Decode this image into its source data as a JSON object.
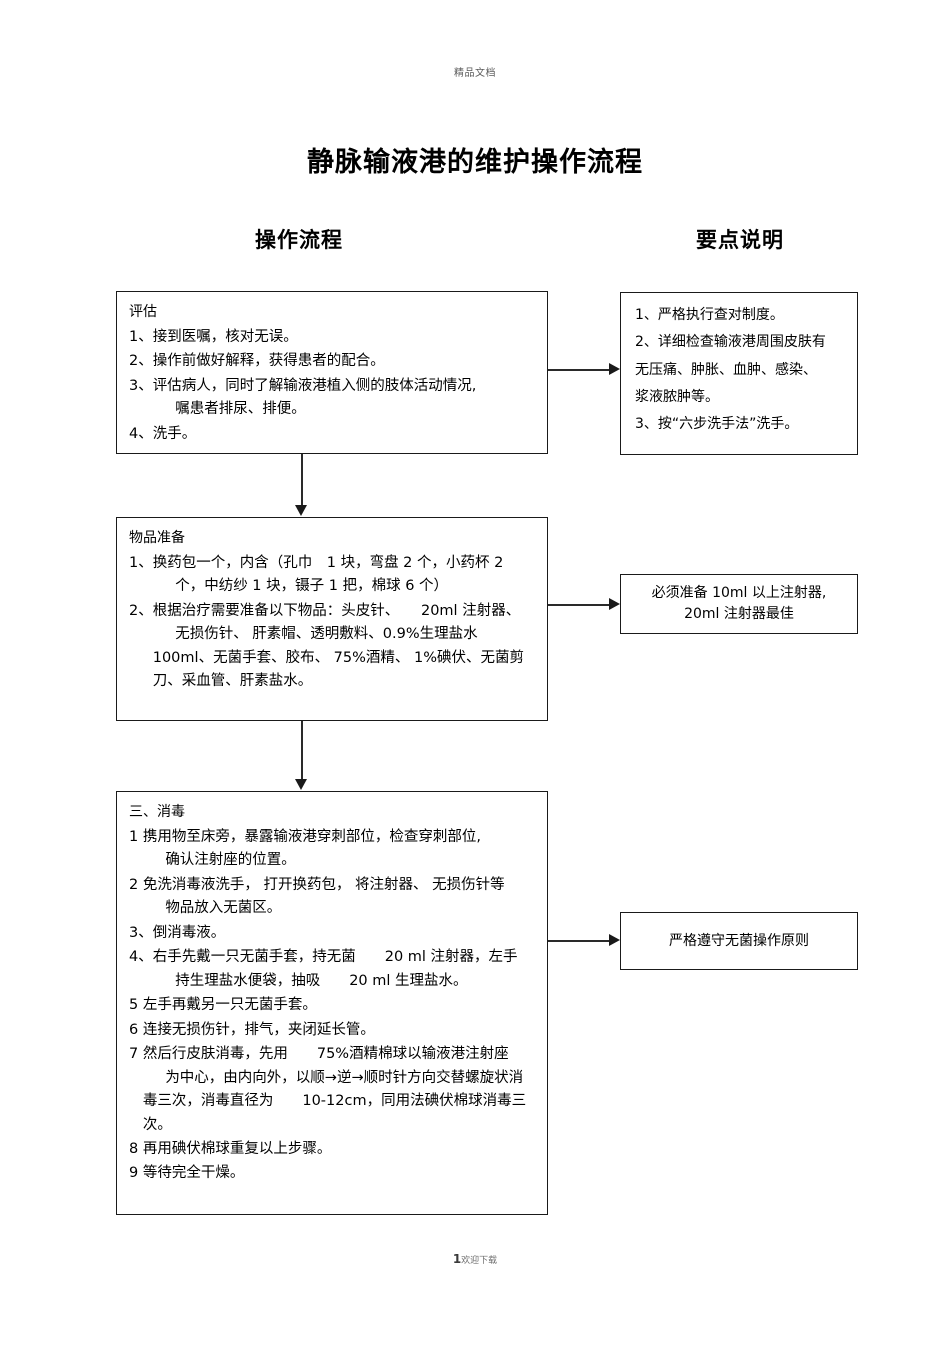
{
  "document": {
    "header_watermark": "精品文档",
    "title": "静脉输液港的维护操作流程",
    "footer_page_number": "1",
    "footer_text": "欢迎下载"
  },
  "columns": {
    "left_heading": "操作流程",
    "right_heading": "要点说明"
  },
  "flow": {
    "boxes": [
      {
        "id": "assessment",
        "title": "评估",
        "steps": [
          {
            "num": "1、",
            "text": "接到医嘱，核对无误。",
            "cont": ""
          },
          {
            "num": "2、",
            "text": "操作前做好解释，获得患者的配合。",
            "cont": ""
          },
          {
            "num": "3、",
            "text": "评估病人，同时了解输液港植入侧的肢体活动情况,",
            "cont": "嘱患者排尿、排便。"
          },
          {
            "num": "4、",
            "text": "洗手。",
            "cont": ""
          }
        ]
      },
      {
        "id": "supplies",
        "title": "物品准备",
        "steps": [
          {
            "num": "1、",
            "text": "换药包一个，内含（孔巾　1 块，弯盘 2 个，小药杯 2",
            "cont": "个，中纺纱 1 块，镊子 1 把，棉球 6 个）"
          },
          {
            "num": "2、",
            "text": "根据治疗需要准备以下物品：头皮针、　　20ml 注射器、",
            "cont": "无损伤针、 肝素帽、透明敷料、0.9%生理盐水 100ml、无菌手套、胶布、 75%酒精、 1%碘伏、无菌剪刀、采血管、肝素盐水。"
          }
        ]
      },
      {
        "id": "disinfect",
        "title": "三、消毒",
        "steps": [
          {
            "num": "1 ",
            "text": "携用物至床旁，暴露输液港穿刺部位，检查穿刺部位,",
            "cont": "确认注射座的位置。"
          },
          {
            "num": "2 ",
            "text": "免洗消毒液洗手， 打开换药包， 将注射器、 无损伤针等",
            "cont": "物品放入无菌区。"
          },
          {
            "num": "3、",
            "text": "倒消毒液。",
            "cont": ""
          },
          {
            "num": "4、",
            "text": "右手先戴一只无菌手套，持无菌　　20 ml 注射器，左手",
            "cont": "持生理盐水便袋，抽吸　　20 ml 生理盐水。"
          },
          {
            "num": "5 ",
            "text": "左手再戴另一只无菌手套。",
            "cont": ""
          },
          {
            "num": "6 ",
            "text": "连接无损伤针，排气，夹闭延长管。",
            "cont": ""
          },
          {
            "num": "7 ",
            "text": "然后行皮肤消毒，先用　　75%酒精棉球以输液港注射座",
            "cont": "为中心，由内向外，以顺→逆→顺时针方向交替螺旋状消毒三次，消毒直径为　　10-12cm，同用法碘伏棉球消毒三次。"
          },
          {
            "num": "8 ",
            "text": "再用碘伏棉球重复以上步骤。",
            "cont": ""
          },
          {
            "num": "9 ",
            "text": "等待完全干燥。",
            "cont": ""
          }
        ]
      }
    ],
    "notes": [
      {
        "id": "assessment",
        "lines": [
          "1、严格执行查对制度。",
          "2、详细检查输液港周围皮肤有",
          "无压痛、肿胀、血肿、感染、",
          "浆液脓肿等。",
          "3、按“六步洗手法”洗手。"
        ]
      },
      {
        "id": "supplies",
        "lines": [
          "必须准备 10ml 以上注射器,",
          "20ml 注射器最佳"
        ]
      },
      {
        "id": "disinfect",
        "lines": [
          "严格遵守无菌操作原则"
        ]
      }
    ]
  }
}
